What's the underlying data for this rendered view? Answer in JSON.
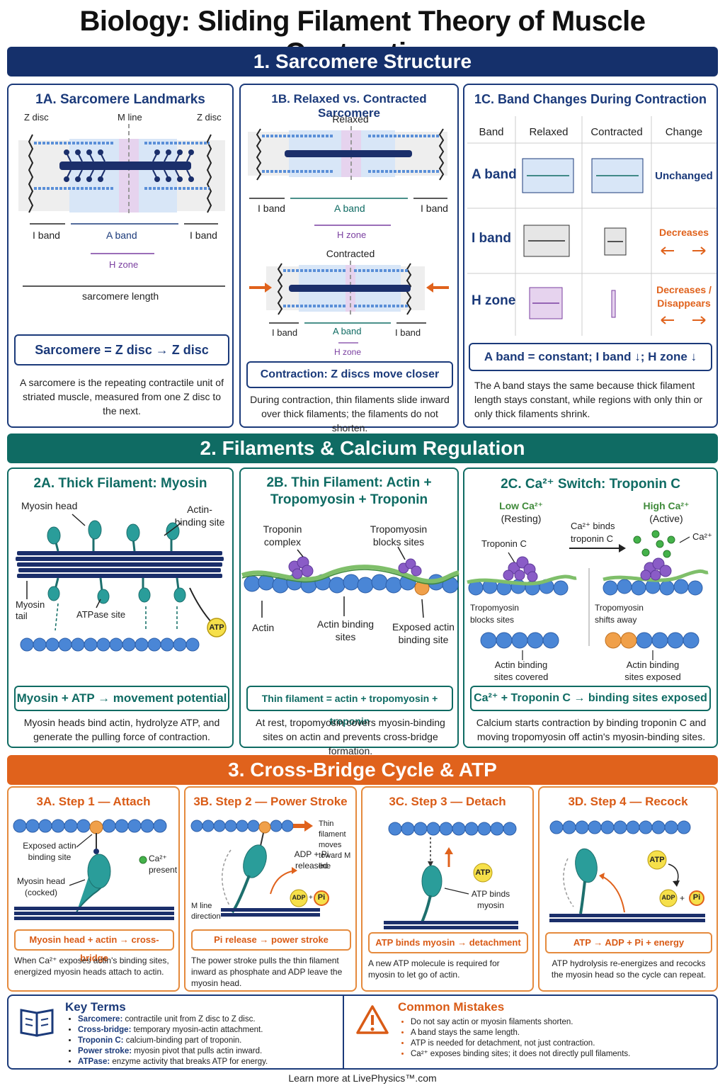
{
  "title": "Biology: Sliding Filament Theory of Muscle Contraction",
  "sections": {
    "s1": "1. Sarcomere Structure",
    "s2": "2. Filaments & Calcium Regulation",
    "s3": "3. Cross-Bridge Cycle & ATP"
  },
  "p1a": {
    "title": "1A. Sarcomere Landmarks",
    "z_left": "Z disc",
    "m_line": "M line",
    "z_right": "Z disc",
    "i_band_l": "I band",
    "a_band": "A band",
    "i_band_r": "I band",
    "h_zone": "H zone",
    "length": "sarcomere length",
    "summary": "Sarcomere = Z disc → Z disc",
    "desc": "A sarcomere is the repeating contractile unit of striated muscle, measured from one Z disc to the next."
  },
  "p1b": {
    "title": "1B. Relaxed vs. Contracted Sarcomere",
    "relaxed": "Relaxed",
    "contracted": "Contracted",
    "i_band": "I band",
    "a_band": "A band",
    "h_zone": "H zone",
    "summary": "Contraction: Z discs move closer",
    "desc": "During contraction, thin filaments slide inward over thick filaments; the filaments do not shorten."
  },
  "p1c": {
    "title": "1C. Band Changes During Contraction",
    "headers": [
      "Band",
      "Relaxed",
      "Contracted",
      "Change"
    ],
    "rows": [
      {
        "band": "A band",
        "change": "Unchanged"
      },
      {
        "band": "I band",
        "change": "Decreases"
      },
      {
        "band": "H zone",
        "change": "Decreases / Disappears"
      }
    ],
    "summary": "A band = constant; I band ↓; H zone ↓",
    "desc": "The A band stays the same because thick filament length stays constant, while regions with only thin or only thick filaments shrink."
  },
  "p2a": {
    "title": "2A. Thick Filament: Myosin",
    "myosin_head": "Myosin head",
    "actin_binding": "Actin-binding site",
    "myosin_tail": "Myosin tail",
    "atpase": "ATPase site",
    "atp": "ATP",
    "summary": "Myosin + ATP → movement potential",
    "desc": "Myosin heads bind actin, hydrolyze ATP, and generate the pulling force of contraction."
  },
  "p2b": {
    "title": "2B. Thin Filament: Actin + Tropomyosin + Troponin",
    "troponin": "Troponin complex",
    "tropomyosin": "Tropomyosin blocks sites",
    "actin": "Actin",
    "binding": "Actin binding sites",
    "exposed": "Exposed actin binding site",
    "summary": "Thin filament = actin + tropomyosin + troponin",
    "desc": "At rest, tropomyosin covers myosin-binding sites on actin and prevents cross-bridge formation."
  },
  "p2c": {
    "title": "2C. Ca²⁺ Switch: Troponin C",
    "low": "Low Ca²⁺",
    "resting": "(Resting)",
    "high": "High Ca²⁺",
    "active": "(Active)",
    "binds": "Ca²⁺ binds troponin C",
    "ca": "Ca²⁺",
    "troponin_c": "Troponin C",
    "trop_blocks": "Tropomyosin blocks sites",
    "trop_shifts": "Tropomyosin shifts away",
    "covered": "Actin binding sites covered",
    "exposed": "Actin binding sites exposed",
    "summary": "Ca²⁺ + Troponin C → binding sites exposed",
    "desc": "Calcium starts contraction by binding troponin C and moving tropomyosin off actin's myosin-binding sites."
  },
  "p3a": {
    "title": "3A. Step 1 — Attach",
    "exposed": "Exposed actin binding site",
    "ca": "Ca²⁺ present",
    "head": "Myosin head (cocked)",
    "summary": "Myosin head + actin → cross-bridge",
    "desc": "When Ca²⁺ exposes actin's binding sites, energized myosin heads attach to actin."
  },
  "p3b": {
    "title": "3B. Step 2 — Power Stroke",
    "moves": "Thin filament moves toward M line",
    "released": "ADP + Pi released",
    "adp": "ADP",
    "pi": "Pi",
    "mline": "M line direction",
    "summary": "Pi release → power stroke",
    "desc": "The power stroke pulls the thin filament inward as phosphate and ADP leave the myosin head."
  },
  "p3c": {
    "title": "3C. Step 3 — Detach",
    "atp": "ATP",
    "binds": "ATP binds myosin",
    "summary": "ATP binds myosin → detachment",
    "desc": "A new ATP molecule is required for myosin to let go of actin."
  },
  "p3d": {
    "title": "3D. Step 4 — Recock",
    "atp": "ATP",
    "adp": "ADP",
    "pi": "Pi",
    "summary": "ATP → ADP + Pi + energy",
    "desc": "ATP hydrolysis re-energizes and recocks the myosin head so the cycle can repeat."
  },
  "key_terms": {
    "title": "Key Terms",
    "items": [
      {
        "term": "Sarcomere:",
        "def": "contractile unit from Z disc to Z disc."
      },
      {
        "term": "Cross-bridge:",
        "def": "temporary myosin-actin attachment."
      },
      {
        "term": "Troponin C:",
        "def": "calcium-binding part of troponin."
      },
      {
        "term": "Power stroke:",
        "def": "myosin pivot that pulls actin inward."
      },
      {
        "term": "ATPase:",
        "def": "enzyme activity that breaks ATP for energy."
      }
    ]
  },
  "mistakes": {
    "title": "Common Mistakes",
    "items": [
      "Do not say actin or myosin filaments shorten.",
      "A band stays the same length.",
      "ATP is needed for detachment, not just contraction.",
      "Ca²⁺ exposes binding sites; it does not directly pull filaments."
    ]
  },
  "footer": "Learn more at LivePhysics™.com",
  "colors": {
    "navy": "#15306b",
    "teal": "#0f6b63",
    "orange": "#e0621c",
    "actin": "#4a86d6",
    "myosin": "#2a9d9a"
  }
}
